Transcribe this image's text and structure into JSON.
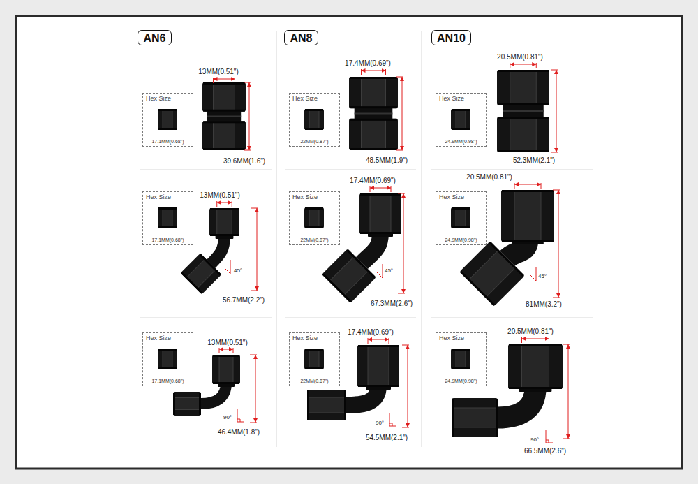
{
  "diagram": {
    "nodes": [
      {
        "text": [
          "AN6"
        ]
      },
      {
        "text": [
          "AN8"
        ]
      },
      {
        "text": [
          "AN10"
        ]
      },
      {
        "text": [
          "Hex Size",
          "17.1MM(0.68\")"
        ]
      },
      {
        "text": [
          "Hex Size",
          "22MM(0.87\")"
        ]
      },
      {
        "text": [
          "Hex Size",
          "24.9MM(0.98\")"
        ]
      },
      {
        "text": [
          "Hex Size",
          "17.1MM(0.68\")"
        ]
      },
      {
        "text": [
          "Hex Size",
          "22MM(0.87\")"
        ]
      },
      {
        "text": [
          "Hex Size",
          "24.9MM(0.98\")"
        ]
      },
      {
        "text": [
          "Hex Size",
          "17.1MM(0.68\")"
        ]
      },
      {
        "text": [
          "Hex Size",
          "22MM(0.87\")"
        ]
      },
      {
        "text": [
          "Hex Size",
          "24.9MM(0.98\")"
        ]
      }
    ],
    "labels": [
      "13MM(0.51\")",
      "39.6MM(1.6\")",
      "17.4MM(0.69\")",
      "48.5MM(1.9\")",
      "20.5MM(0.81\")",
      "52.3MM(2.1\")",
      "13MM(0.51\")",
      "45°",
      "56.7MM(2.2\")",
      "17.4MM(0.69\")",
      "45°",
      "67.3MM(2.6\")",
      "20.5MM(0.81\")",
      "45°",
      "81MM(3.2\")",
      "13MM(0.51\")",
      "90°",
      "46.4MM(1.8\")",
      "17.4MM(0.69\")",
      "90°",
      "54.5MM(2.1\")",
      "20.5MM(0.81\")",
      "90°",
      "66.5MM(2.6\")"
    ]
  }
}
